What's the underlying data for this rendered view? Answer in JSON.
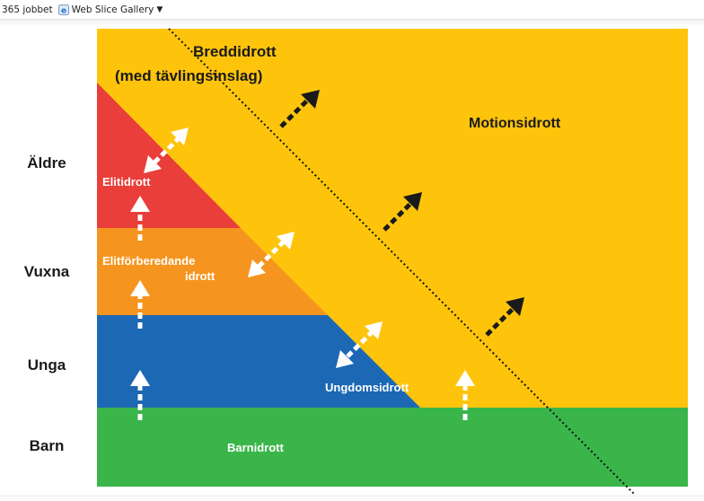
{
  "toolbar": {
    "item_label": "365 jobbet",
    "gallery_label": "Web Slice Gallery",
    "gallery_icon": "ie-icon",
    "dropdown_icon": "caret-down-icon"
  },
  "y_axis": {
    "aldre": "Äldre",
    "vuxna": "Vuxna",
    "unga": "Unga",
    "barn": "Barn"
  },
  "zones": {
    "breddidrott_line1": "Breddidrott",
    "breddidrott_line2": "(med tävlingsinslag)",
    "motionsidrott": "Motionsidrott",
    "elitidrott": "Elitidrott",
    "elitforberedande_line1": "Elitförberedande",
    "elitforberedande_line2": "idrott",
    "ungdomsidrott": "Ungdomsidrott",
    "barnidrott": "Barnidrott"
  },
  "colors": {
    "yellow": "#FEC40C",
    "red": "#E93E39",
    "orange": "#F5951F",
    "blue": "#1C68B4",
    "green": "#3AB54A",
    "dark_arrow": "#1a1a1a",
    "white_arrow": "#ffffff"
  }
}
